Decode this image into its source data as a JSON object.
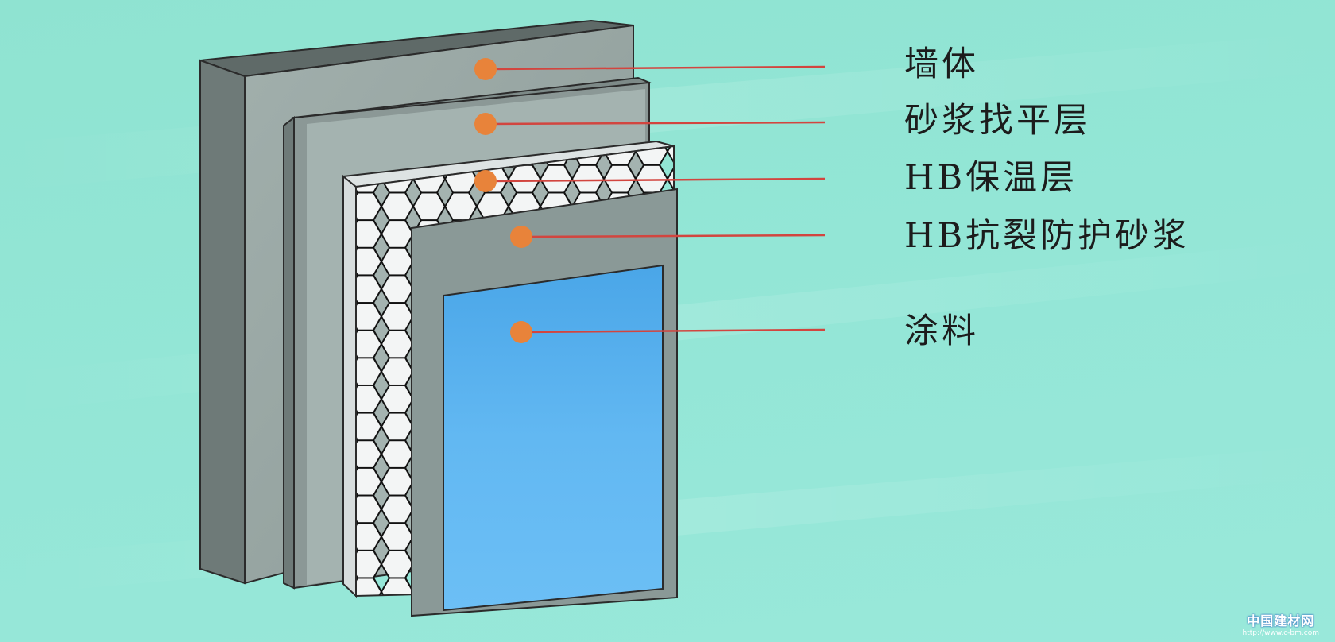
{
  "diagram": {
    "layers": [
      {
        "id": "wall",
        "label": "墙体"
      },
      {
        "id": "mortar-leveling",
        "label": "砂浆找平层"
      },
      {
        "id": "insulation",
        "label": "HB保温层"
      },
      {
        "id": "anti-crack-mortar",
        "label": "HB抗裂防护砂浆"
      },
      {
        "id": "coating",
        "label": "涂料"
      }
    ]
  },
  "watermark": {
    "logo": "中国建材网",
    "url": "http://www.c-bm.com"
  },
  "colors": {
    "background": "#93e6d6",
    "wall_front": "#97a5a2",
    "wall_side": "#6e7a78",
    "mortar_front": "#a4b3b0",
    "insulation_face": "#f4f6f6",
    "anti_crack": "#8a9997",
    "coating": "#5fb6f0",
    "marker": "#e8833a",
    "leader_line": "#d2453f"
  }
}
